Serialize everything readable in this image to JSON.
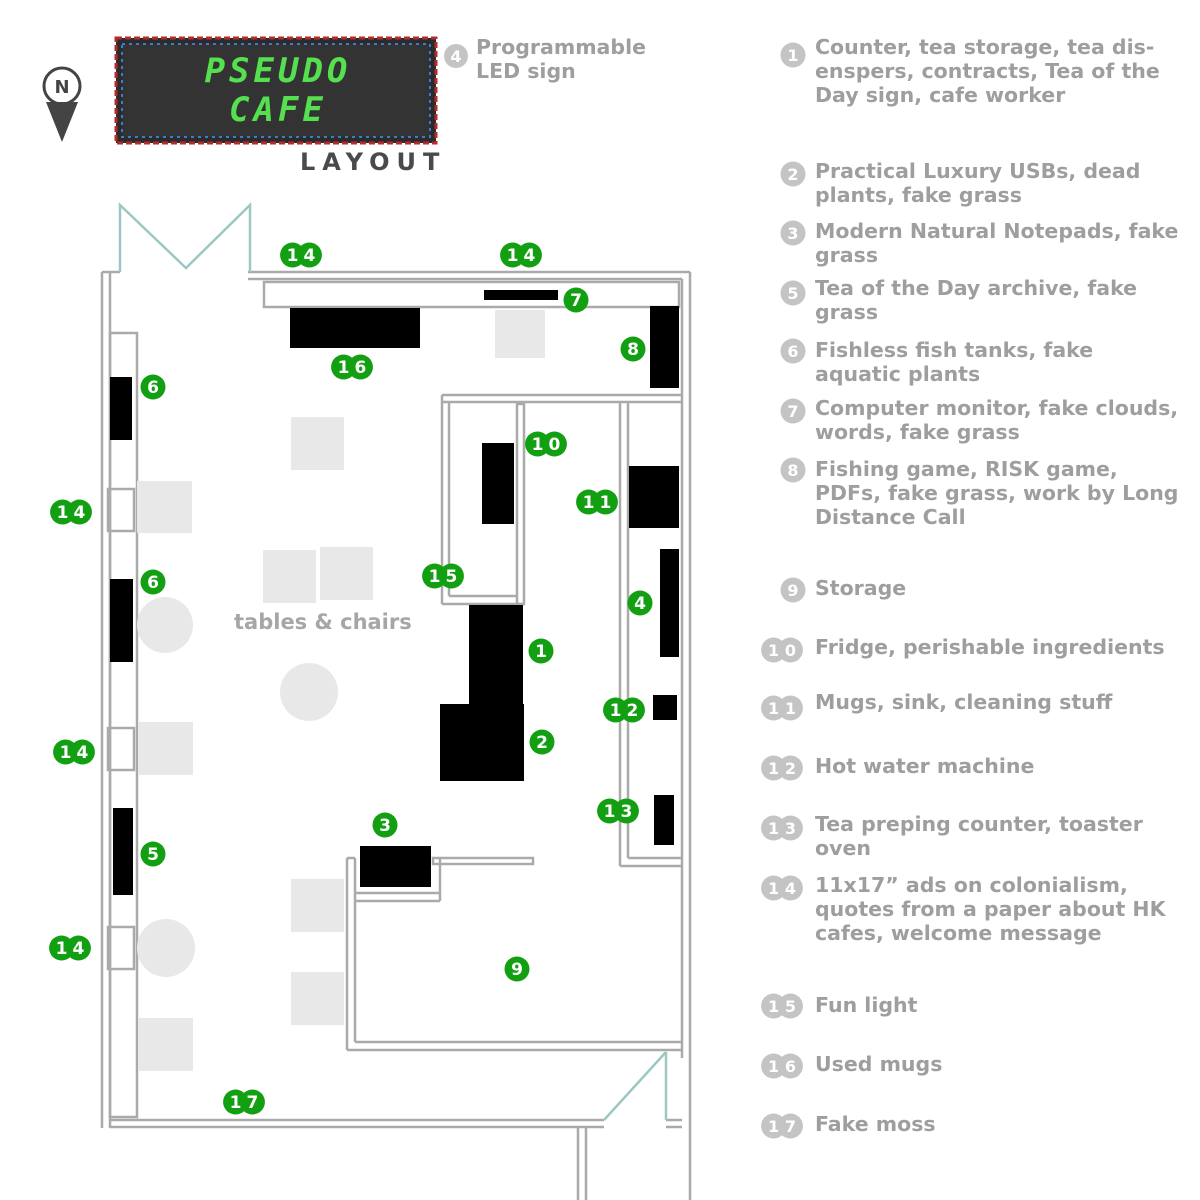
{
  "sign": {
    "line1": "PSEUDO",
    "line2": "CAFE",
    "caption": "Programmable LED sign",
    "caption_num": "4"
  },
  "compass": {
    "label": "N"
  },
  "title": "LAYOUT",
  "tables_label": "tables & chairs",
  "colors": {
    "marker": "#12a012",
    "fixture": "#000000",
    "furniture": "#e8e8e8",
    "wall": "#aaaaaa",
    "door": "#9cc7c4",
    "legend_badge": "#c4c4c4",
    "legend_text": "#9e9e9e"
  },
  "legend": [
    {
      "num": "1",
      "text": "Counter, tea storage, tea dis-enspers, contracts, Tea of the Day sign, cafe worker"
    },
    {
      "num": "2",
      "text": "Practical Luxury USBs, dead plants, fake grass"
    },
    {
      "num": "3",
      "text": "Modern Natural Notepads, fake grass"
    },
    {
      "num": "5",
      "text": "Tea of the Day archive, fake grass"
    },
    {
      "num": "6",
      "text": "Fishless fish tanks, fake aquatic plants"
    },
    {
      "num": "7",
      "text": "Computer monitor, fake clouds, words, fake grass"
    },
    {
      "num": "8",
      "text": "Fishing game, RISK game, PDFs, fake grass, work by Long Distance Call"
    },
    {
      "num": "9",
      "text": "Storage"
    },
    {
      "num": "10",
      "text": "Fridge, perishable ingredients"
    },
    {
      "num": "11",
      "text": "Mugs, sink, cleaning stuff"
    },
    {
      "num": "12",
      "text": "Hot water machine"
    },
    {
      "num": "13",
      "text": "Tea preping counter, toaster oven"
    },
    {
      "num": "14",
      "text": "11x17” ads on colonialism, quotes from a paper about HK cafes, welcome message"
    },
    {
      "num": "15",
      "text": "Fun light"
    },
    {
      "num": "16",
      "text": "Used mugs"
    },
    {
      "num": "17",
      "text": "Fake moss"
    }
  ],
  "markers": [
    "14",
    "14",
    "7",
    "16",
    "8",
    "6",
    "10",
    "11",
    "14",
    "15",
    "6",
    "4",
    "1",
    "12",
    "14",
    "2",
    "13",
    "3",
    "5",
    "14",
    "9",
    "17"
  ]
}
